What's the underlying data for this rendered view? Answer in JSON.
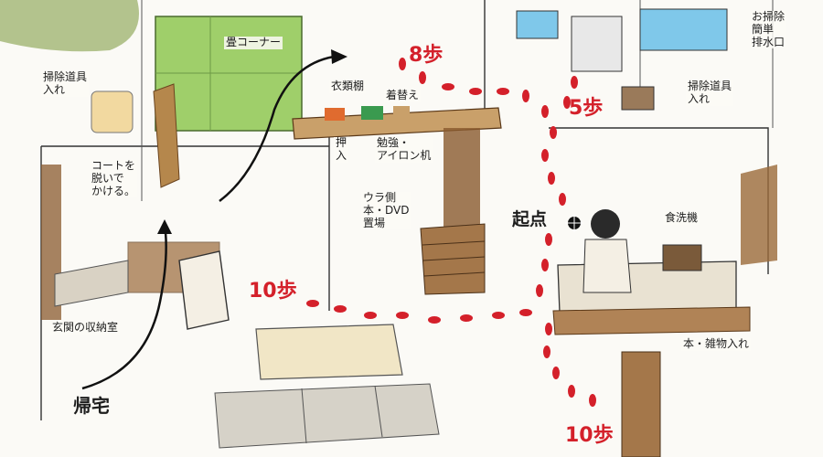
{
  "colors": {
    "step_red": "#d4202a",
    "tatami_green": "#9fcf6a",
    "wood_brown": "#8a5a2e",
    "water_blue": "#7fc8ea",
    "ink": "#1d1d1d"
  },
  "labels": {
    "tatami_corner": "畳コーナー",
    "cleaning_tools_left": "掃除道具\n入れ",
    "cleaning_tools_right": "掃除道具\n入れ",
    "coat_hang": "コートを\n脱いで\nかける。",
    "entrance_storage": "玄関の収納室",
    "clothes_shelf": "衣類棚",
    "change_clothes": "着替え",
    "closet": "押\n入",
    "study_ironing": "勉強・\nアイロン机",
    "back_side": "ウラ側\n本・DVD\n置場",
    "drain_note": "お掃除\n簡単\n排水口",
    "dishwasher": "食洗機",
    "books_storage": "本・雑物入れ",
    "return_home": "帰宅",
    "start_point": "起点"
  },
  "steps": {
    "upper_left": "8歩",
    "right": "5歩",
    "left": "10歩",
    "bottom": "10歩"
  }
}
